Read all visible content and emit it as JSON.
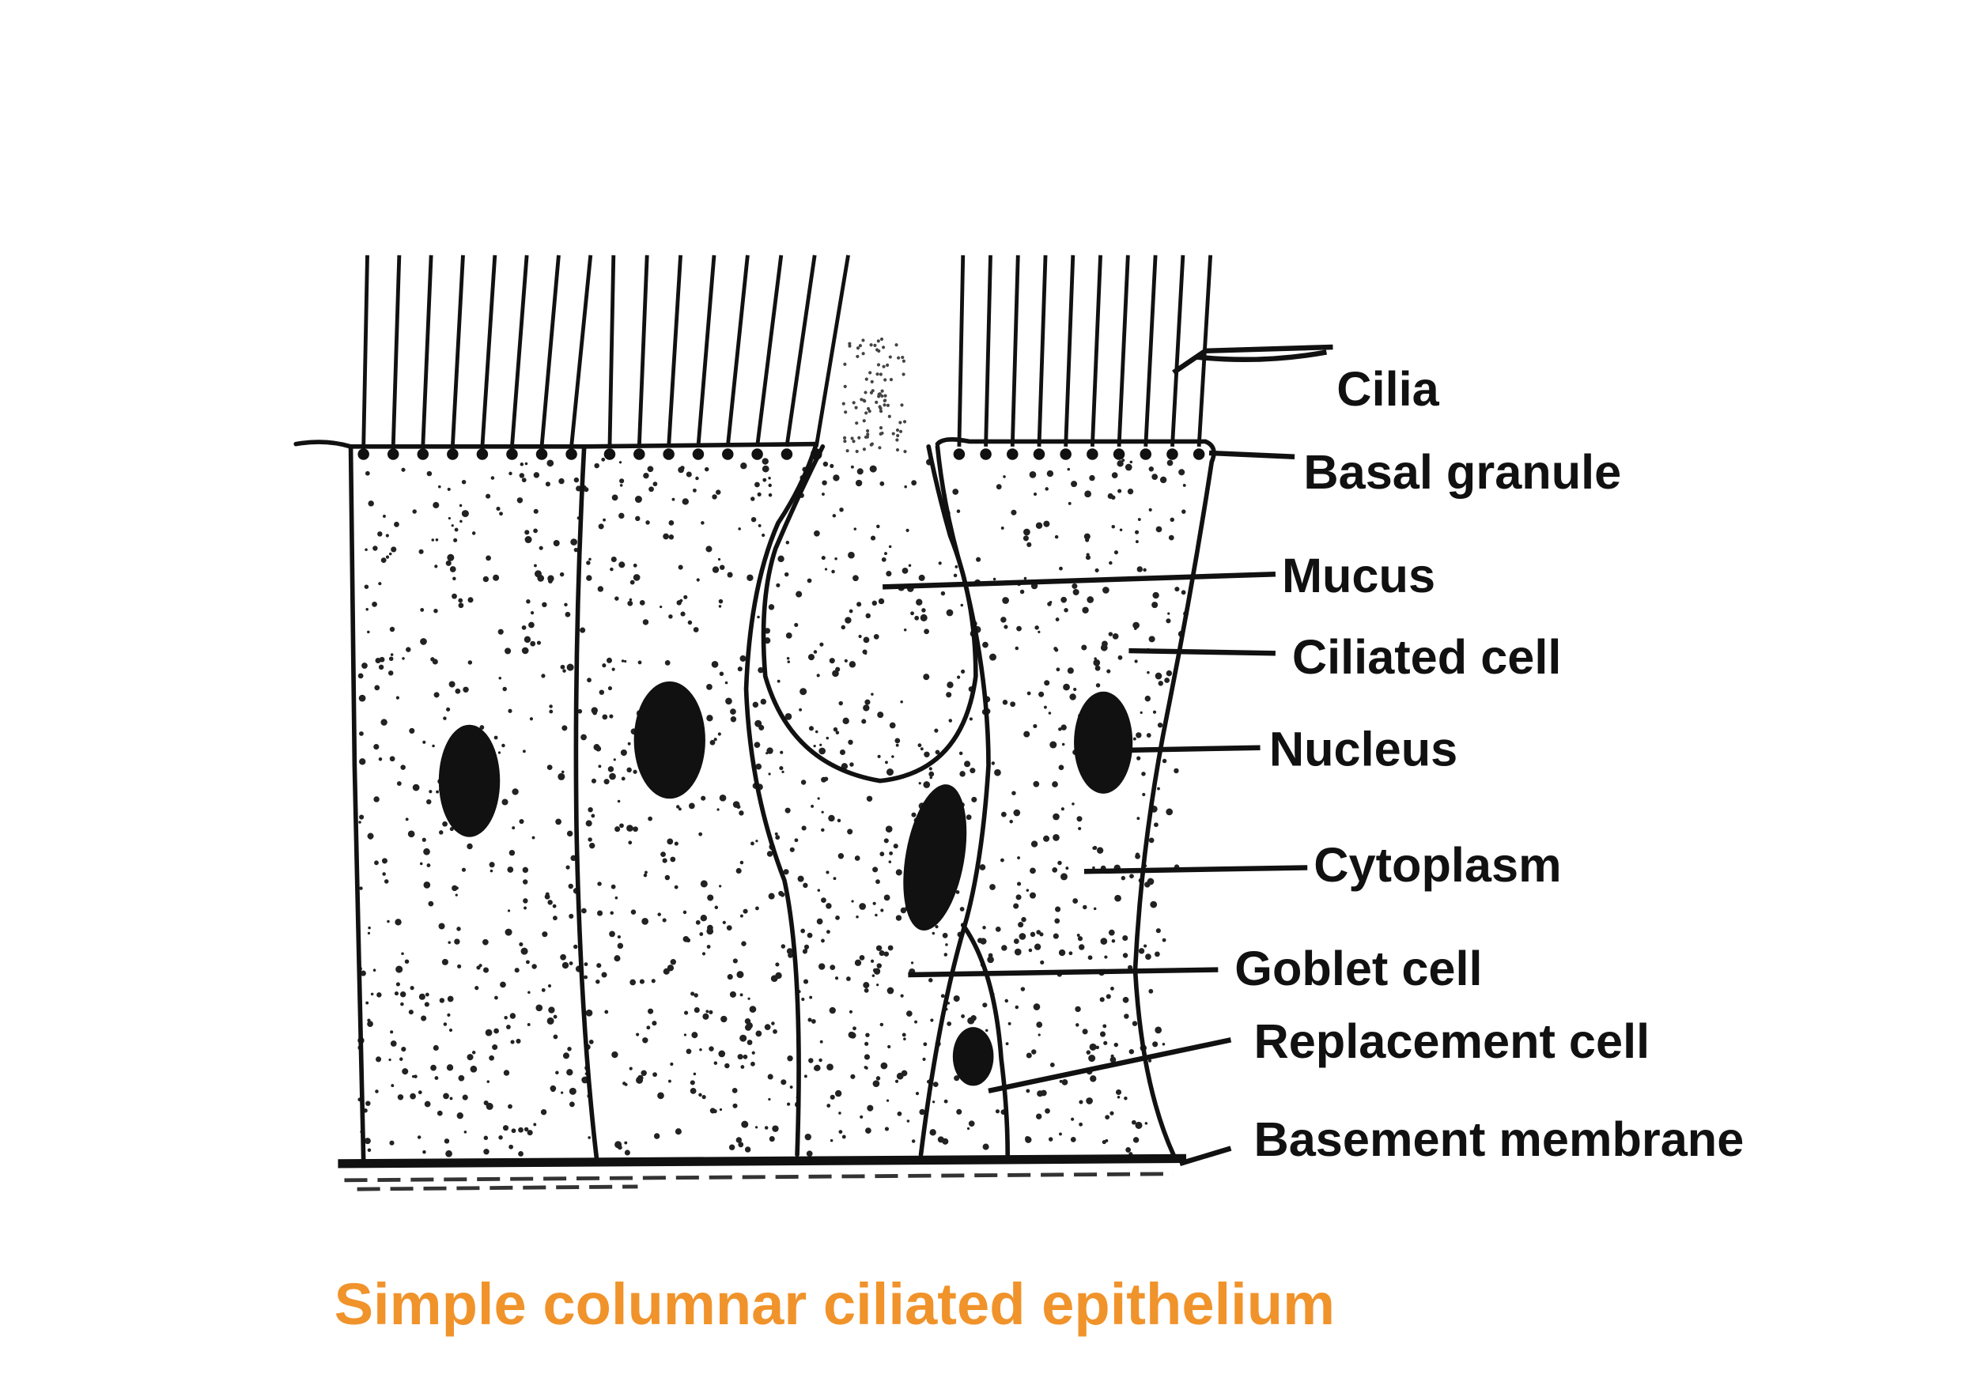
{
  "diagram": {
    "title": "Simple columnar ciliated epithelium",
    "title_color": "#F0932B",
    "labels": {
      "cilia": "Cilia",
      "basal_granule": "Basal granule",
      "mucus": "Mucus",
      "ciliated_cell": "Ciliated cell",
      "nucleus": "Nucleus",
      "cytoplasm": "Cytoplasm",
      "goblet_cell": "Goblet cell",
      "replacement_cell": "Replacement cell",
      "basement_membrane": "Basement membrane"
    }
  }
}
